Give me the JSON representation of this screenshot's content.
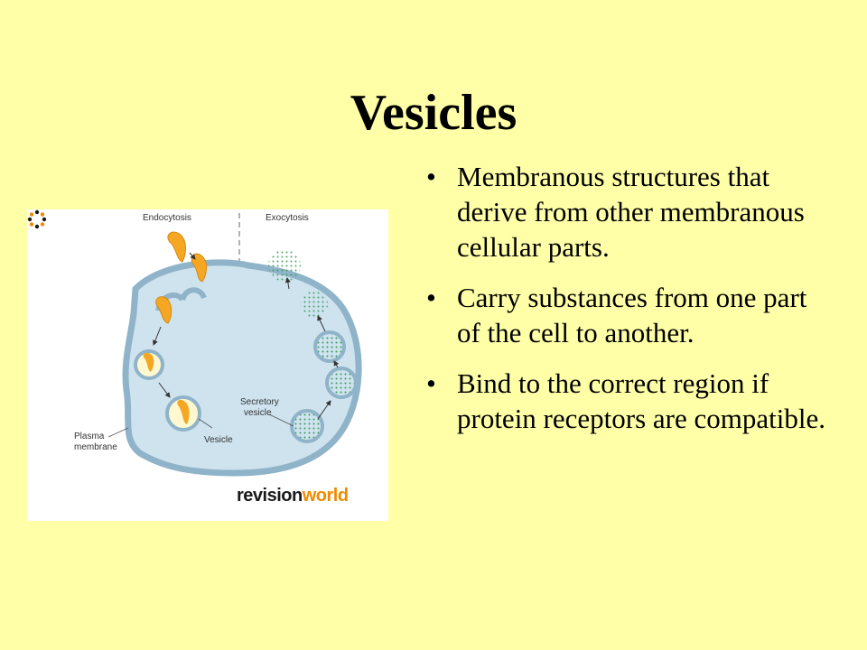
{
  "slide": {
    "title": "Vesicles",
    "bullets": [
      "Membranous structures that derive from other membranous cellular parts.",
      "Carry substances from one part of the cell to another.",
      "Bind to the correct region if protein receptors are compatible."
    ]
  },
  "figure": {
    "labels": {
      "endocytosis": "Endocytosis",
      "exocytosis": "Exocytosis",
      "secretory_line1": "Secretory",
      "secretory_line2": "vesicle",
      "vesicle": "Vesicle",
      "plasma_line1": "Plasma",
      "plasma_line2": "membrane"
    },
    "logo": {
      "part1": "revision",
      "part2": "world"
    }
  },
  "colors": {
    "background": "#ffffa8",
    "cell_fill": "#cfe3ef",
    "membrane": "#8fb3c8",
    "particle_orange": "#f5a623",
    "particle_green": "#3a9a5a",
    "logo_orange": "#f08a00"
  }
}
